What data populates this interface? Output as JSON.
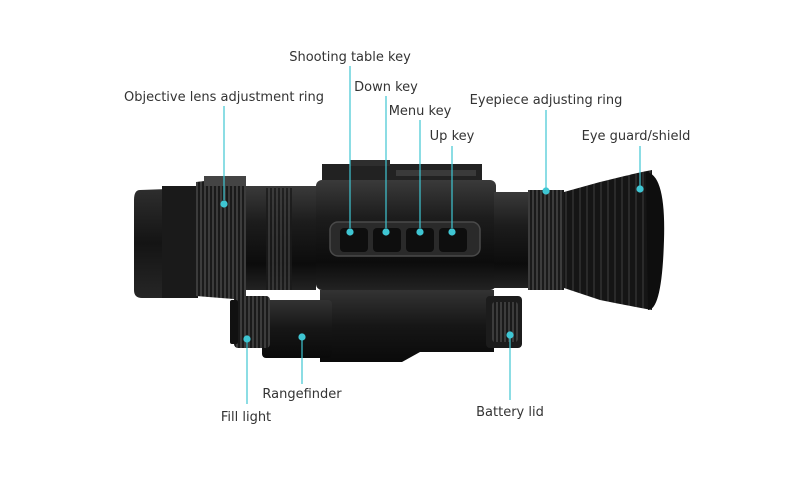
{
  "title": "",
  "accent_color": "#3fc6d3",
  "labels": {
    "shooting_table_key": "Shooting table key",
    "down_key": "Down key",
    "menu_key": "Menu key",
    "up_key": "Up key",
    "objective_ring": "Objective lens adjustment ring",
    "eyepiece_ring": "Eyepiece adjusting ring",
    "eye_guard": "Eye guard/shield",
    "rangefinder": "Rangefinder",
    "fill_light": "Fill light",
    "battery_lid": "Battery lid"
  },
  "icons": [
    "night-vision-scope"
  ]
}
